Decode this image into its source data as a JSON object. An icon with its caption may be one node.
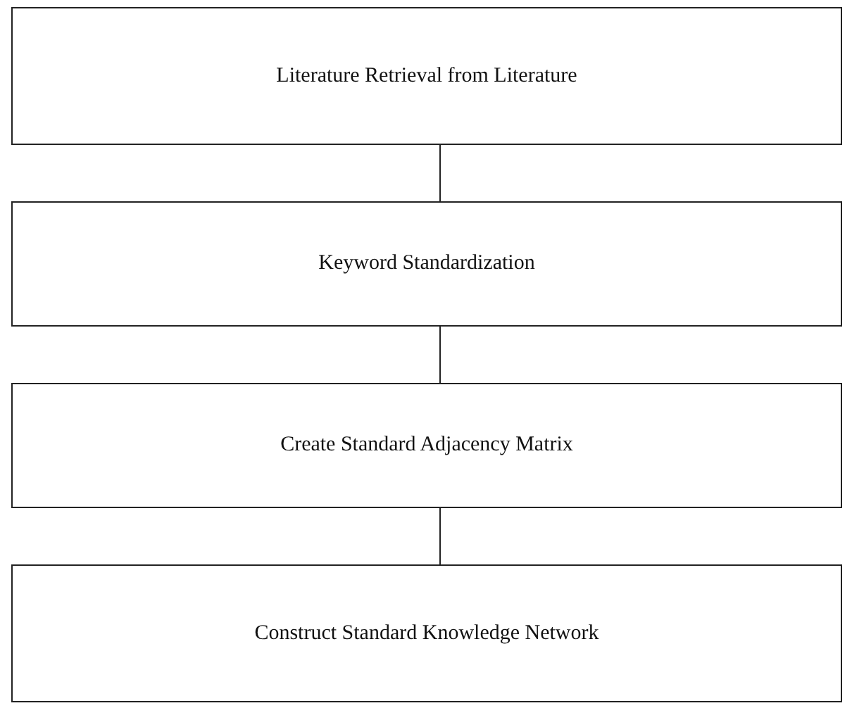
{
  "diagram": {
    "nodes": [
      {
        "text": [
          "Literature Retrieval from Literature"
        ]
      },
      {
        "text": [
          "Keyword Standardization"
        ]
      },
      {
        "text": [
          "Create Standard Adjacency Matrix"
        ]
      },
      {
        "text": [
          "Construct Standard Knowledge Network"
        ]
      }
    ],
    "edges": [
      {
        "from": 0,
        "to": 1,
        "arrow": "none"
      },
      {
        "from": 1,
        "to": 2,
        "arrow": "none"
      },
      {
        "from": 2,
        "to": 3,
        "arrow": "none"
      }
    ]
  }
}
